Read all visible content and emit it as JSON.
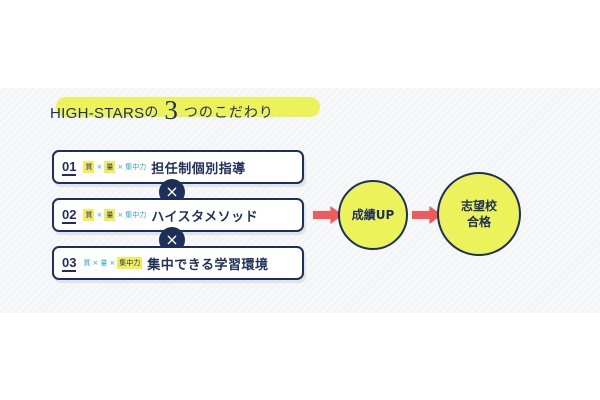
{
  "heading": {
    "brand": "HIGH-STARS",
    "particle": "の",
    "number": "3",
    "rest": "つのこだわり"
  },
  "points": [
    {
      "number": "01",
      "tags": [
        {
          "text": "質",
          "highlight": true
        },
        {
          "text": "量",
          "highlight": true
        },
        {
          "text": "集中力",
          "highlight": false
        }
      ],
      "title": "担任制個別指導"
    },
    {
      "number": "02",
      "tags": [
        {
          "text": "質",
          "highlight": true
        },
        {
          "text": "量",
          "highlight": true
        },
        {
          "text": "集中力",
          "highlight": false
        }
      ],
      "title": "ハイスタメソッド"
    },
    {
      "number": "03",
      "tags": [
        {
          "text": "質",
          "highlight": false
        },
        {
          "text": "量",
          "highlight": false
        },
        {
          "text": "集中力",
          "highlight": true
        }
      ],
      "title": "集中できる学習環境"
    }
  ],
  "separator": "×",
  "result1": "成績UP",
  "result2": {
    "line1": "志望校",
    "line2": "合格"
  },
  "colors": {
    "navy": "#1e2f5a",
    "yellow": "#ecf25a",
    "cyan": "#2aa7c7",
    "arrow": "#f15a5a"
  },
  "icons": {
    "cross": "times-icon",
    "arrow": "right-arrow-icon"
  }
}
